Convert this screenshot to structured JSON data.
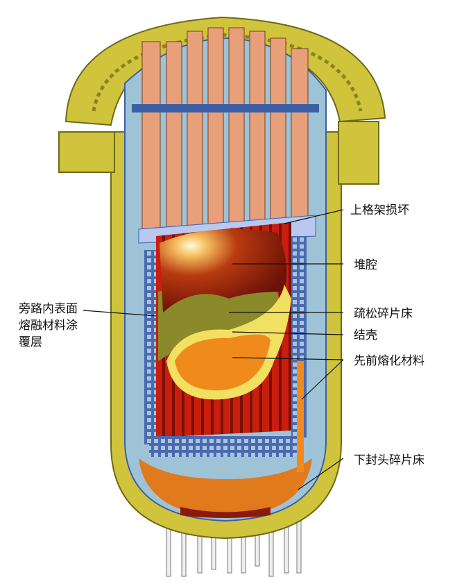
{
  "diagram": {
    "labels": {
      "upper_grid_damage": "上格架损坏",
      "core_cavity": "堆腔",
      "loose_debris_bed": "疏松碎片床",
      "crust": "结壳",
      "previously_molten_material": "先前熔化材料",
      "lower_head_debris_bed": "下封头碎片床",
      "bypass_coating_line1": "旁路内表面",
      "bypass_coating_line2": "熔融材料涂",
      "bypass_coating_line3": "覆层"
    },
    "colors": {
      "vessel": "#cfc43c",
      "vessel_dark": "#8a8420",
      "inner_blue": "#9fc3d6",
      "deep_blue": "#3d5fa8",
      "rod_orange": "#e8a07a",
      "cavity": "#8b1a0a",
      "debris_olive": "#8a8a2a",
      "crust": "#f2e060",
      "molten": "#f08a1c",
      "red_rods": "#d42010"
    }
  }
}
